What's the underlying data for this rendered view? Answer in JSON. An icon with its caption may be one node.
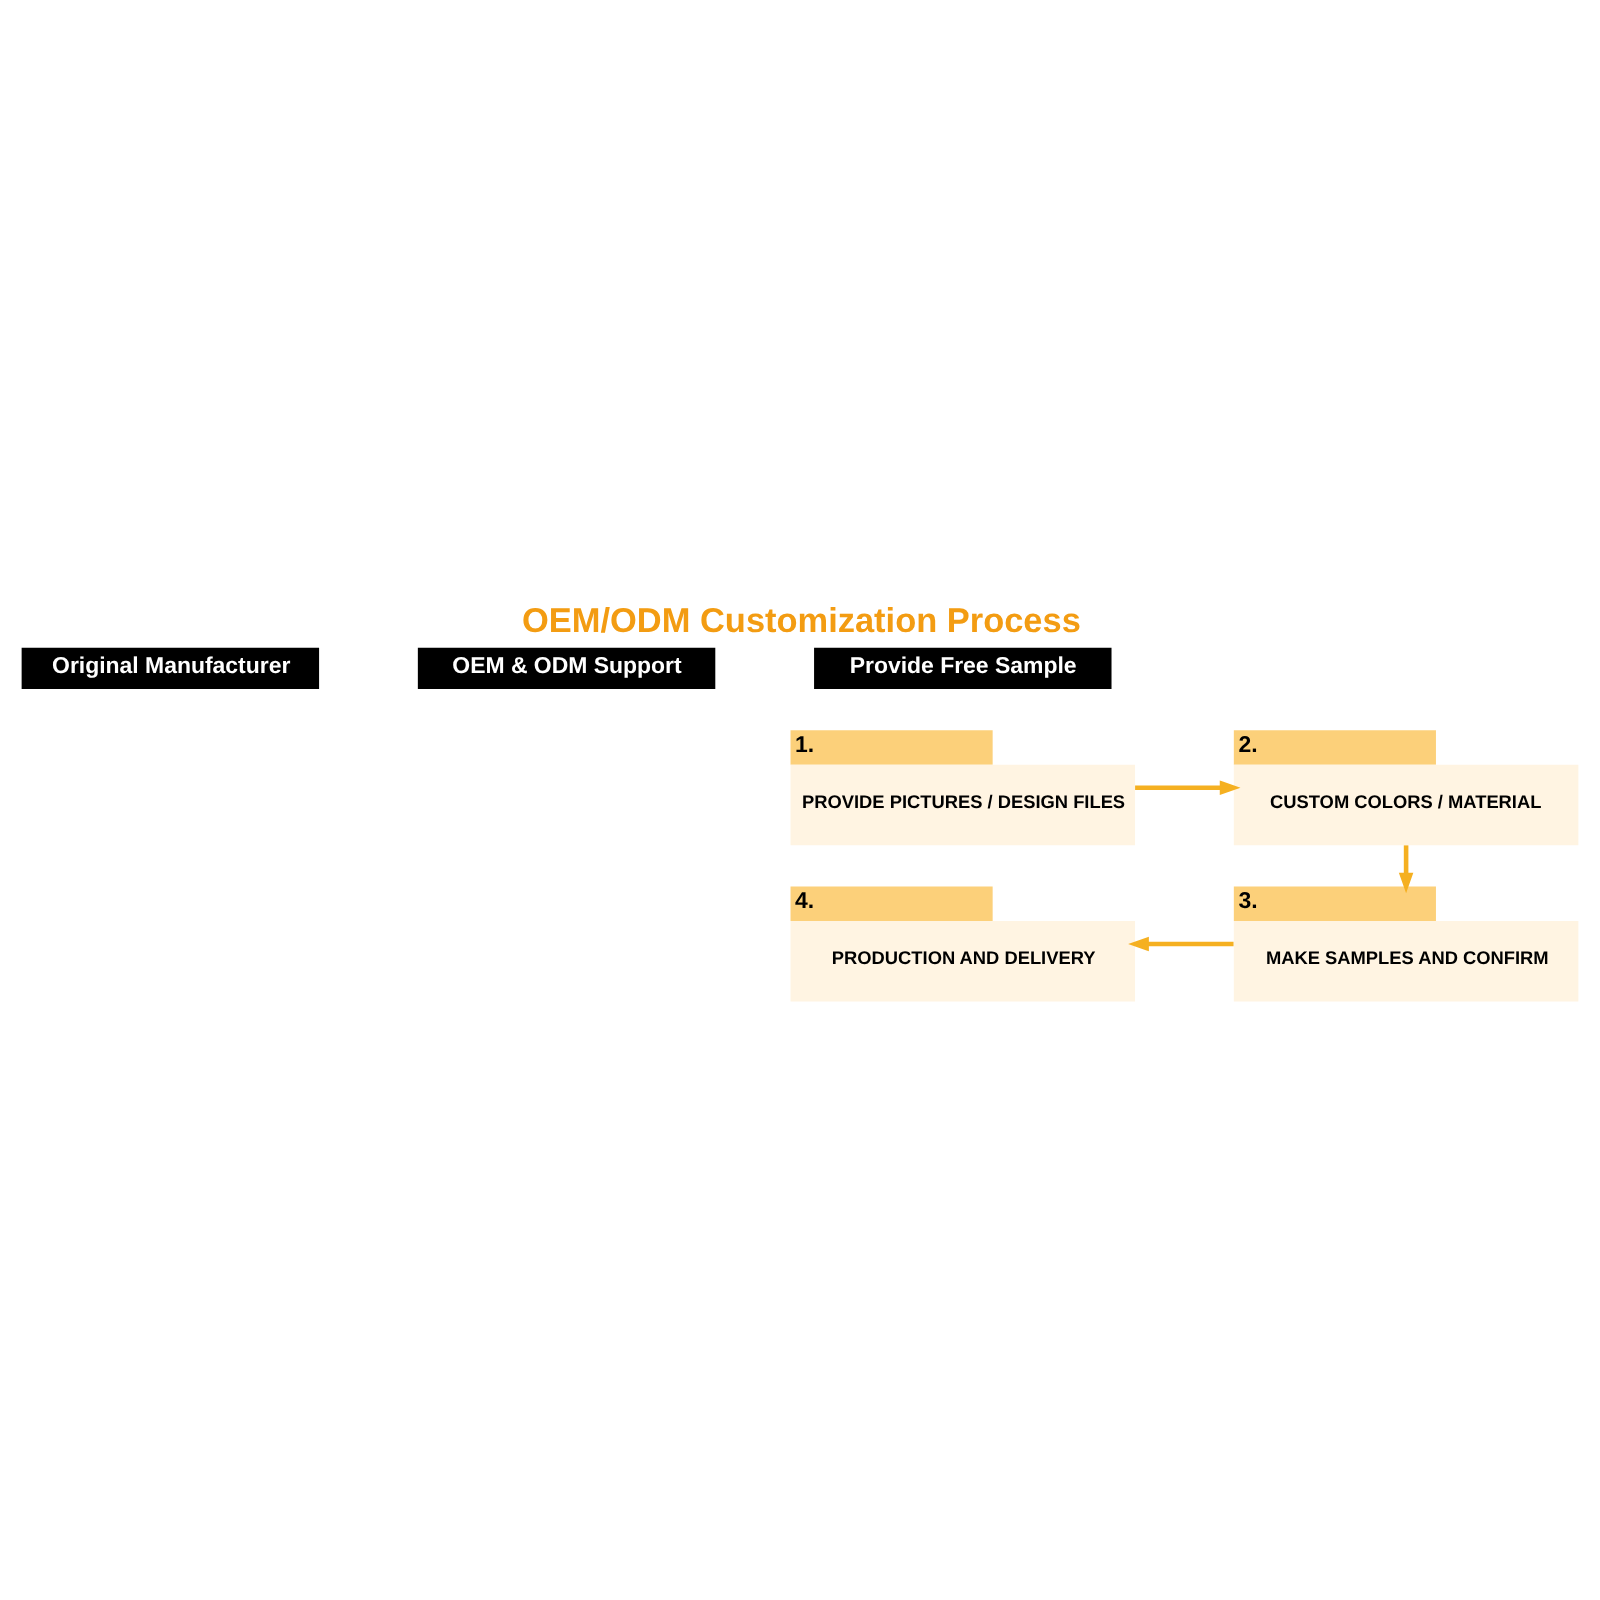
{
  "diagram": {
    "title": "OEM/ODM Customization Process",
    "nodes": [
      {
        "text": [
          "1.",
          "PROVIDE PICTURES / DESIGN FILES"
        ]
      },
      {
        "text": [
          "2.",
          "CUSTOM COLORS / MATERIAL"
        ]
      },
      {
        "text": [
          "3.",
          "MAKE SAMPLES AND CONFIRM"
        ]
      },
      {
        "text": [
          "4.",
          "PRODUCTION AND DELIVERY"
        ]
      }
    ],
    "edges": [
      {
        "from": 0,
        "to": 1,
        "arrow": "to"
      },
      {
        "from": 1,
        "to": 2,
        "arrow": "to"
      },
      {
        "from": 2,
        "to": 3,
        "arrow": "to"
      }
    ],
    "labels": [
      "Original Manufacturer",
      "OEM & ODM Support",
      "Provide Free Sample"
    ]
  }
}
